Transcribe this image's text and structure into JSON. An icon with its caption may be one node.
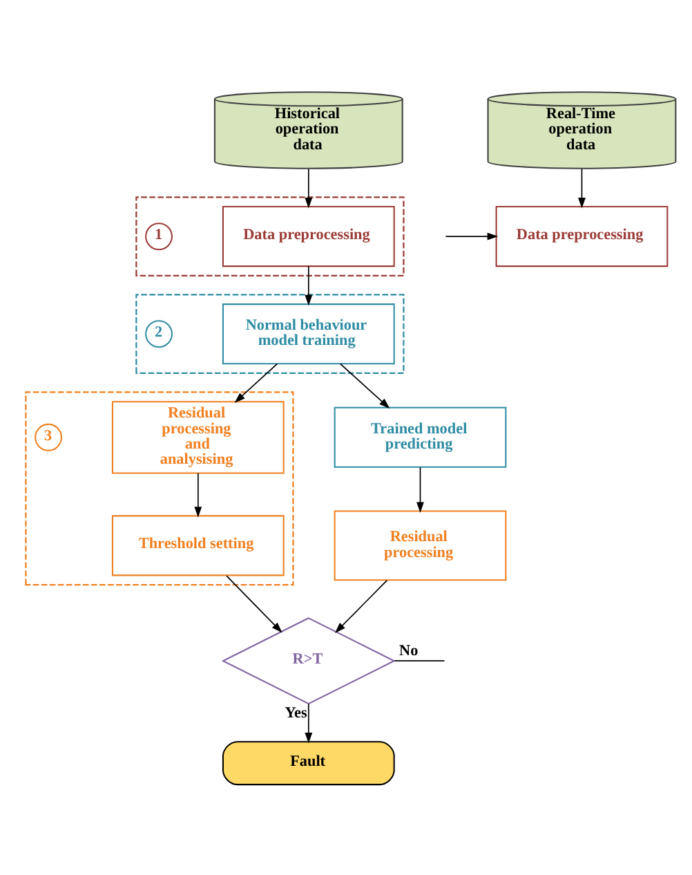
{
  "diagram": {
    "nodes": [
      {
        "text": [
          "Historical operation data"
        ]
      },
      {
        "text": [
          "Real-Time operation data"
        ]
      },
      {
        "text": [],
        "shape": "box"
      },
      {
        "text": [
          "1"
        ],
        "in": 2
      },
      {
        "text": [
          "Data preprocessing"
        ],
        "in": 2
      },
      {
        "text": [
          "Data preprocessing"
        ]
      },
      {
        "text": [],
        "shape": "box"
      },
      {
        "text": [
          "2"
        ],
        "in": 6
      },
      {
        "text": [
          "Normal behaviour model training"
        ],
        "in": 6
      },
      {
        "text": [
          "Trained model predicting"
        ]
      },
      {
        "text": [],
        "shape": "box"
      },
      {
        "text": [
          "3"
        ],
        "in": 10
      },
      {
        "text": [
          "Residual processing and analysising"
        ],
        "in": 10
      },
      {
        "text": [
          "Threshold setting"
        ],
        "in": 10
      },
      {
        "text": [
          "Residual processing"
        ]
      },
      {
        "text": [
          "R>T"
        ]
      },
      {
        "text": [
          "Fault"
        ]
      }
    ],
    "edges": [
      {
        "from": 0,
        "to": 4,
        "arrow": "to"
      },
      {
        "from": 1,
        "to": 5,
        "arrow": "to"
      },
      {
        "from": 4,
        "to": 8,
        "arrow": "to"
      },
      {
        "from": 8,
        "to": 9,
        "arrow": "to"
      },
      {
        "from": 8,
        "to": 12,
        "arrow": "to"
      },
      {
        "from": 9,
        "to": 14,
        "arrow": "to"
      },
      {
        "from": 12,
        "to": 13,
        "arrow": "to"
      },
      {
        "from": 13,
        "to": 15,
        "arrow": "to"
      },
      {
        "from": 14,
        "to": 15,
        "arrow": "to"
      },
      {
        "from": 15,
        "to": 16,
        "label": "Yes",
        "arrow": "to"
      },
      {
        "from": 15,
        "to": null,
        "label": "No",
        "arrow": "none"
      },
      {
        "from": null,
        "to": 5,
        "arrow": "to"
      }
    ]
  }
}
